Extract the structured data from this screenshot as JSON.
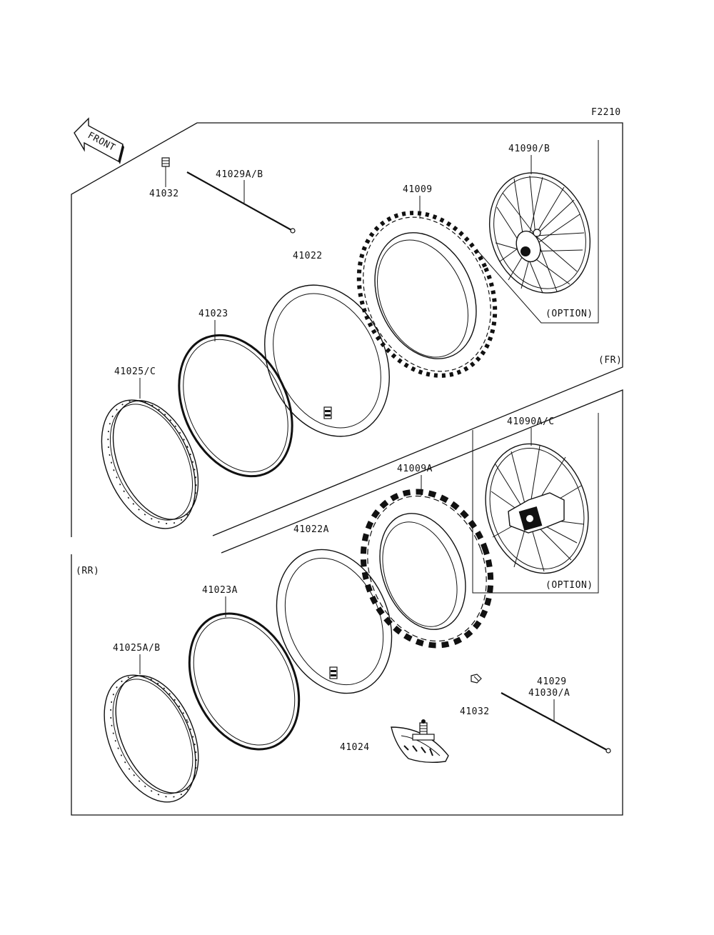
{
  "drawing_code": "F2210",
  "front_arrow_text": "FRONT",
  "sections": {
    "front": "(FR)",
    "rear": "(RR)"
  },
  "option_label": "(OPTION)",
  "parts": {
    "front_valve_cap": "41032",
    "front_spoke": "41029A/B",
    "front_tube": "41022",
    "front_tire": "41009",
    "front_wheel": "41090/B",
    "front_rim_band": "41023",
    "front_rim": "41025/C",
    "rear_wheel": "41090A/C",
    "rear_tire": "41009A",
    "rear_tube": "41022A",
    "rear_rim_band": "41023A",
    "rear_rim": "41025A/B",
    "rear_spoke": "41029",
    "rear_spoke_alt": "41030/A",
    "rear_valve_cap": "41032",
    "rim_lock": "41024"
  },
  "icons": [
    "front-arrow-icon",
    "wheel-icon",
    "tire-icon",
    "tube-icon",
    "rim-band-icon",
    "rim-icon",
    "spoke-icon",
    "valve-cap-icon",
    "rim-lock-icon"
  ]
}
